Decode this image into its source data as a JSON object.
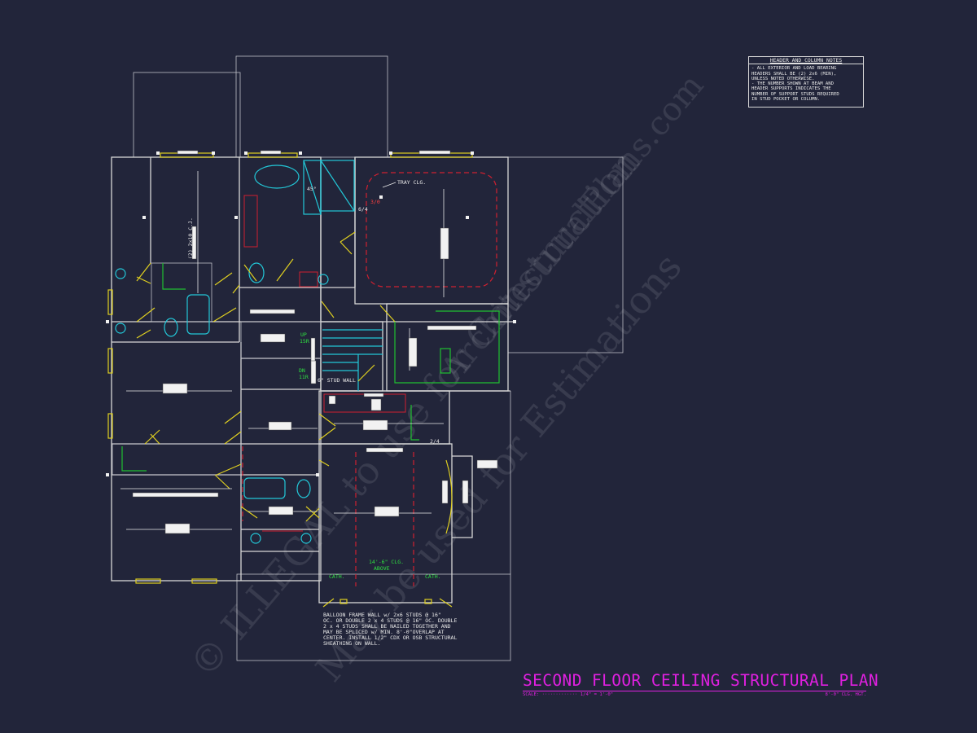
{
  "notes": {
    "title": "HEADER AND COLUMN NOTES",
    "lines": [
      "- ALL EXTERIOR AND LOAD BEARING",
      "HEADERS SHALL BE (2) 2x6 (MIN),",
      "UNLESS NOTED OTHERWISE.",
      "- THE NUMBER SHOWN AT BEAM AND",
      "HEADER SUPPORTS INDICATES THE",
      "NUMBER OF SUPPORT STUDS REQUIRED",
      "IN STUD POCKET OR COLUMN."
    ]
  },
  "plan": {
    "title": "SECOND FLOOR CEILING STRUCTURAL PLAN",
    "scale_label": "SCALE:",
    "scale_value": "1/4\" = 1'-0\"",
    "ceiling_height": "8'-0\" CLG. HGT."
  },
  "labels": {
    "tray_ceiling": "TRAY CLG.",
    "joists_left": "(2) 2x10 C.J.",
    "angle_45": "45°",
    "tag_red": "3/0",
    "tag_white": "6/4",
    "stair_up": "UP",
    "stair_up_risers": "15R",
    "stair_down": "DN",
    "stair_down_risers": "11R",
    "stud_wall": "6\" STUD WALL",
    "tag_2_4": "2/4",
    "ceiling_above_1": "14'-6\" CLG.",
    "ceiling_above_2": "ABOVE",
    "cath_left": "CATH.",
    "cath_right": "CATH."
  },
  "balloon_note": [
    "BALLOON FRAME WALL w/ 2x6 STUDS @ 16\"",
    "OC. OR DOUBLE 2 x 4 STUDS @ 16\" OC. DOUBLE",
    "2 x 4 STUDS SHALL BE NAILED TOGETHER AND",
    "MAY BE SPLICED w/ MIN. 8'-0\"OVERLAP AT",
    "CENTER. INSTALL 1/2\" CDX OR OSB STRUCTURAL",
    "SHEATHING ON WALL."
  ],
  "watermark": {
    "line1": "© ILLEGAL to use for Construction",
    "line2": "May be used for Estimations",
    "line3": "ArchitecturalPlans.com"
  },
  "colors": {
    "background": "#22253a",
    "walls": "#d8d8d8",
    "doors": "#e0d020",
    "fixtures": "#22c8d8",
    "headers": "#d02030",
    "green_notes": "#2ee040",
    "title": "#e020e0"
  }
}
